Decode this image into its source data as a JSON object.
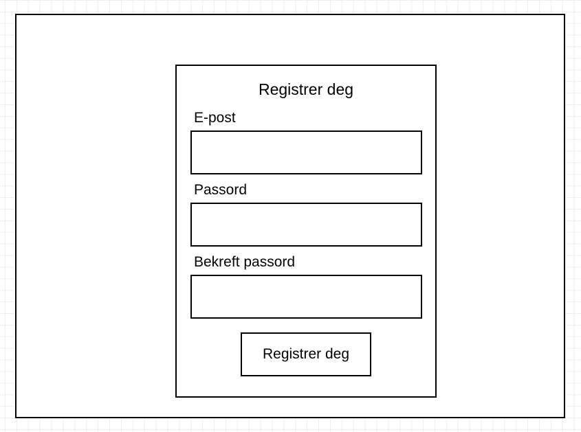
{
  "form": {
    "title": "Registrer deg",
    "fields": [
      {
        "label": "E-post",
        "value": "",
        "placeholder": ""
      },
      {
        "label": "Passord",
        "value": "",
        "placeholder": ""
      },
      {
        "label": "Bekreft passord",
        "value": "",
        "placeholder": ""
      }
    ],
    "submit_label": "Registrer deg"
  },
  "colors": {
    "border": "#000000",
    "background": "#ffffff",
    "grid": "#ececec"
  }
}
